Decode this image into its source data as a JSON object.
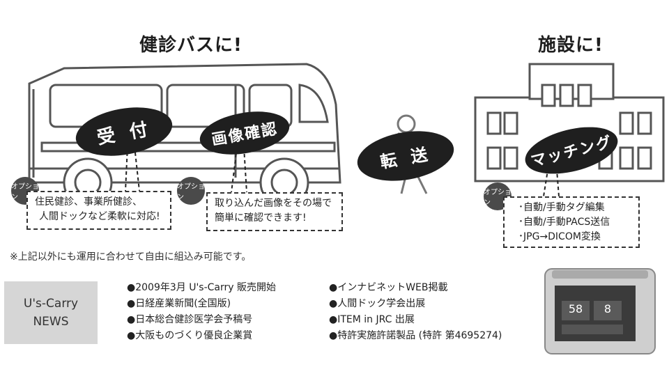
{
  "bus": {
    "heading": "健診バスに!",
    "reception": "受 付",
    "image_check": "画像確認",
    "option1": {
      "badge": "オプション",
      "lines": [
        "住民健診、事業所健診、",
        "人間ドックなど柔軟に対応!"
      ]
    },
    "option2": {
      "badge": "オプション",
      "lines": [
        "取り込んだ画像をその場で",
        "簡単に確認できます!"
      ]
    }
  },
  "transfer": "転 送",
  "facility": {
    "heading": "施設に!",
    "matching": "マッチング",
    "option": {
      "badge": "オプション",
      "lines": [
        "･自動/手動タグ編集",
        "･自動/手動PACS送信",
        "･JPG→DICOM変換"
      ]
    }
  },
  "note": "※上記以外にも運用に合わせて自由に組込み可能です。",
  "news": {
    "label_line1": "U's-Carry",
    "label_line2": "NEWS",
    "left_items": [
      "●2009年3月 U's-Carry 販売開始",
      "●日経産業新聞(全国版)",
      "●日本総合健診医学会予稿号",
      "●大阪ものづくり優良企業賞"
    ],
    "right_items": [
      "●インナビネットWEB掲載",
      "●人間ドック学会出展",
      "●ITEM in JRC 出展",
      "●特許実施許諾製品 (特許 第4695274)"
    ]
  },
  "device": {
    "left_value": "58",
    "right_value": "8"
  },
  "colors": {
    "dark": "#1f1f1f",
    "badge": "#4a4a4a",
    "news_bg": "#d6d6d6",
    "outline": "#555555"
  }
}
